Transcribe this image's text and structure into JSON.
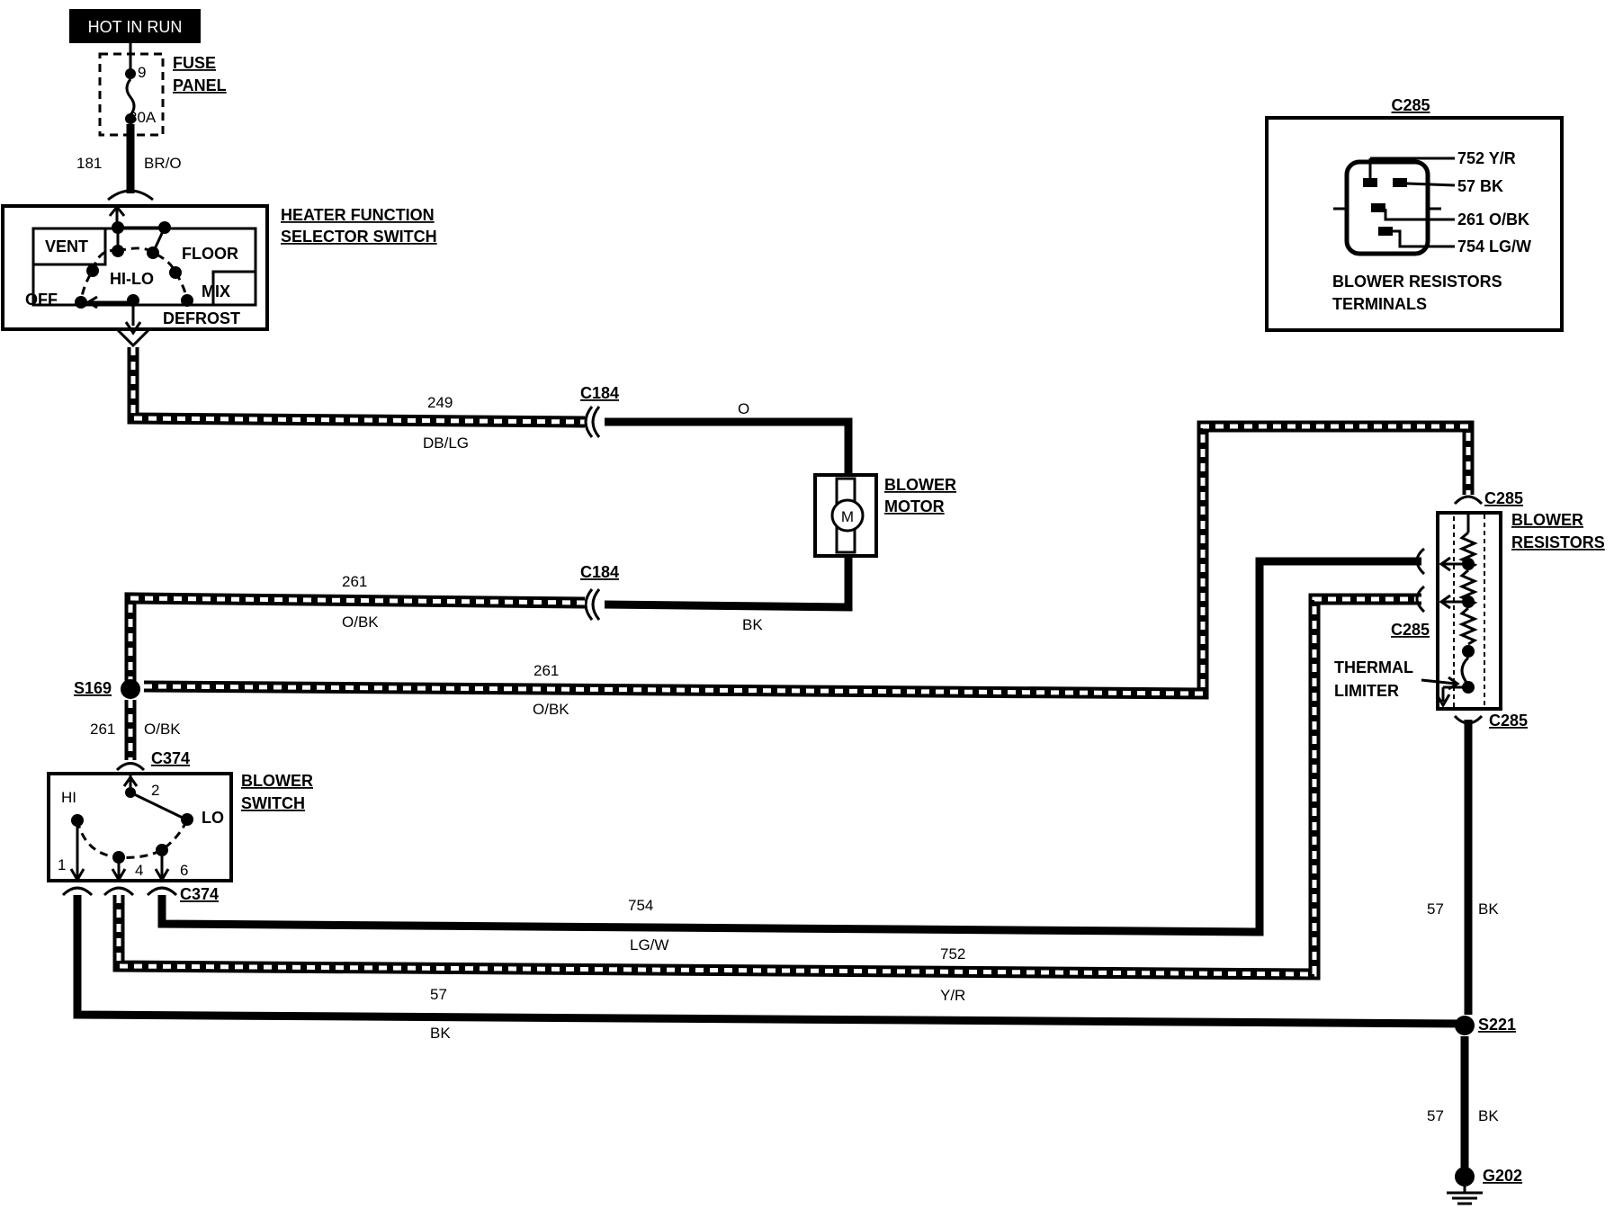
{
  "power": {
    "hot_in_run": "HOT IN RUN"
  },
  "fuse_panel": {
    "title_line1": "FUSE",
    "title_line2": "PANEL",
    "fuse_number": "9",
    "fuse_rating": "30A"
  },
  "wire_181": {
    "circuit": "181",
    "color": "BR/O"
  },
  "heater_switch": {
    "title_line1": "HEATER FUNCTION",
    "title_line2": "SELECTOR SWITCH",
    "positions": {
      "vent": "VENT",
      "floor": "FLOOR",
      "hilo": "HI-LO",
      "mix": "MIX",
      "off": "OFF",
      "defrost": "DEFROST"
    }
  },
  "wire_249": {
    "circuit": "249",
    "color": "DB/LG"
  },
  "c184_upper": {
    "label": "C184",
    "color": "O"
  },
  "blower_motor": {
    "title_line1": "BLOWER",
    "title_line2": "MOTOR",
    "symbol": "M"
  },
  "wire_261_upper": {
    "circuit": "261",
    "color": "O/BK"
  },
  "c184_lower": {
    "label": "C184",
    "color": "BK"
  },
  "splice_s169": {
    "label": "S169"
  },
  "wire_261_long": {
    "circuit": "261",
    "color": "O/BK"
  },
  "wire_261_short": {
    "circuit": "261",
    "color": "O/BK"
  },
  "c374": {
    "upper": "C374",
    "lower": "C374"
  },
  "blower_switch": {
    "title_line1": "BLOWER",
    "title_line2": "SWITCH",
    "hi": "HI",
    "lo": "LO",
    "pin1": "1",
    "pin2": "2",
    "pin4": "4",
    "pin6": "6"
  },
  "wire_754": {
    "circuit": "754",
    "color": "LG/W"
  },
  "wire_752": {
    "circuit": "752",
    "color": "Y/R"
  },
  "wire_57_bottom": {
    "circuit": "57",
    "color": "BK"
  },
  "blower_resistors": {
    "title_line1": "BLOWER",
    "title_line2": "RESISTORS",
    "c285_top": "C285",
    "c285_mid": "C285",
    "c285_bottom": "C285",
    "thermal_line1": "THERMAL",
    "thermal_line2": "LIMITER"
  },
  "wire_57_right_upper": {
    "circuit": "57",
    "color": "BK"
  },
  "splice_s221": {
    "label": "S221"
  },
  "wire_57_right_lower": {
    "circuit": "57",
    "color": "BK"
  },
  "ground": {
    "label": "G202"
  },
  "connector_view": {
    "title": "C285",
    "pins": [
      "752 Y/R",
      "57 BK",
      "261 O/BK",
      "754 LG/W"
    ],
    "caption_line1": "BLOWER RESISTORS",
    "caption_line2": "TERMINALS"
  }
}
